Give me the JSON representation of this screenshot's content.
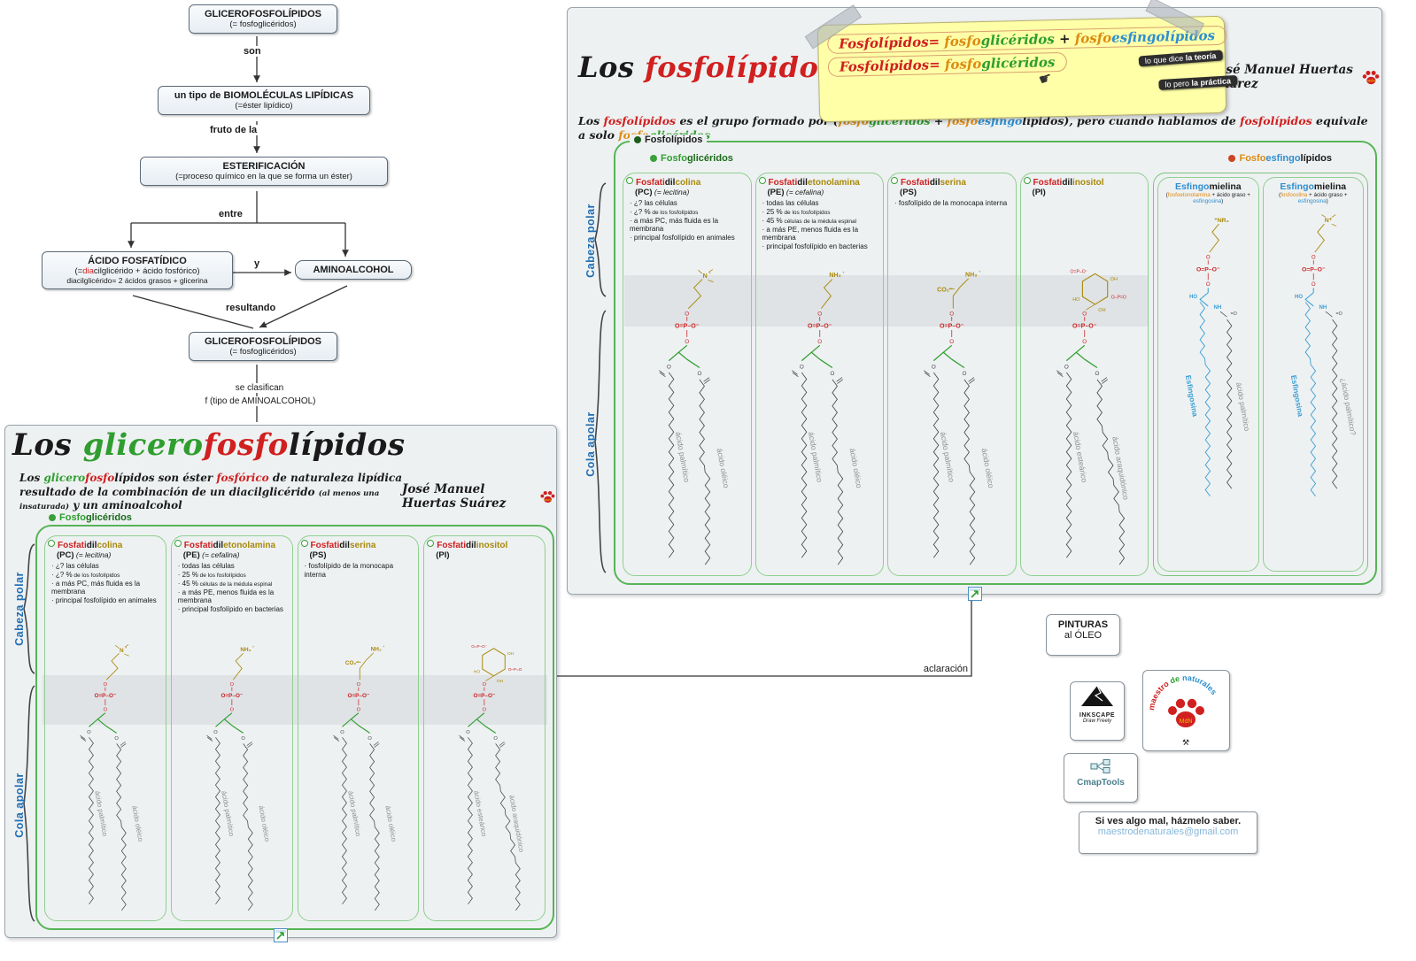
{
  "colors": {
    "red": "#d02020",
    "green": "#2f9e2f",
    "dark_green": "#1a6b1a",
    "blue": "#2e8fd0",
    "orange": "#dd8b12",
    "gold": "#a8890a",
    "side_blue": "#1f6fb5",
    "panel_bg": "#eef1f2",
    "band": "#dfe3e6",
    "yellow_board": "#ffffa8"
  },
  "flowchart": {
    "nodes": {
      "b1": {
        "title": "GLICEROFOSFOLÍPIDOS",
        "sub": "(= fosfoglicéridos)"
      },
      "b2": {
        "title": "un tipo de BIOMOLÉCULAS LIPÍDICAS",
        "sub": "(=éster lipídico)"
      },
      "b3": {
        "title": "ESTERIFICACIÓN",
        "sub": "(=proceso químico en la que se forma un éster)"
      },
      "b4": {
        "title": "ÁCIDO FOSFATÍDICO",
        "sub_rich": [
          {
            "t": "(=",
            "c": "k"
          },
          {
            "t": "dia",
            "c": "r"
          },
          {
            "t": "cilglicérido + ácido fosfórico)",
            "c": "k"
          }
        ],
        "sub2": "diacilglicérido= 2 ácidos grasos + glicerina"
      },
      "b5": {
        "title": "AMINOALCOHOL"
      },
      "b6": {
        "title": "GLICEROFOSFOLÍPIDOS",
        "sub": "(= fosfoglicéridos)"
      }
    },
    "labels": {
      "l1": "son",
      "l2": "fruto de la",
      "l3": "entre",
      "l4": "y",
      "l5": "resultando",
      "l6": "se clasifican",
      "l7": "f (tipo de AMINOALCOHOL)"
    }
  },
  "left_panel": {
    "title_rich": [
      {
        "t": "Los ",
        "c": "k"
      },
      {
        "t": "glicero",
        "c": "g"
      },
      {
        "t": "fosfo",
        "c": "r"
      },
      {
        "t": "lípidos",
        "c": "k"
      }
    ],
    "subtitle_rich": [
      {
        "t": "Los ",
        "c": "k"
      },
      {
        "t": "glicero",
        "c": "g"
      },
      {
        "t": "fosfo",
        "c": "r"
      },
      {
        "t": "lípidos",
        "c": "k"
      },
      {
        "t": " son éster ",
        "c": "k"
      },
      {
        "t": "fosfórico",
        "c": "r"
      },
      {
        "t": " de naturaleza lipídica resultado de la combinación de un diacilglicérido ",
        "c": "k"
      },
      {
        "t": "(al menos una insaturada)",
        "c": "k",
        "sm": true
      },
      {
        "t": " y un aminoalcohol",
        "c": "k"
      }
    ],
    "author": "José Manuel Huertas Suárez",
    "group_label_rich": [
      {
        "t": "Fosfo",
        "c": "g"
      },
      {
        "t": "glicéridos",
        "c": "dg"
      }
    ],
    "side_labels": {
      "head": "Cabeza polar",
      "tail": "Cola apolar"
    },
    "columns": [
      {
        "id": "pc",
        "name_rich": [
          {
            "t": "Fosfati",
            "c": "r"
          },
          {
            "t": "dil",
            "c": "k"
          },
          {
            "t": "colina",
            "c": "gold"
          }
        ],
        "abbr": "(PC)",
        "syn": "(= lecitina)",
        "bullets": [
          {
            "t": "¿? las células"
          },
          {
            "t": "¿? %",
            "sm": "de los fosfolípidos"
          },
          {
            "t": "a más PC,  más fluida es la membrana"
          },
          {
            "t": "principal fosfolípido en animales"
          }
        ],
        "structure": {
          "head": "PC",
          "chains": [
            {
              "label": "ácido palmítico"
            },
            {
              "label": "ácido oléico",
              "kinks": [
                14
              ]
            }
          ]
        }
      },
      {
        "id": "pe",
        "name_rich": [
          {
            "t": "Fosfati",
            "c": "r"
          },
          {
            "t": "dil",
            "c": "k"
          },
          {
            "t": "etonolamina",
            "c": "gold"
          }
        ],
        "abbr": "(PE)",
        "syn": "(= cefalina)",
        "bullets": [
          {
            "t": "todas las células"
          },
          {
            "t": "25 %",
            "sm": "de los fosfolípidos"
          },
          {
            "t": "45 %",
            "sm": "células de la médula espinal"
          },
          {
            "t": "a más PE, menos fluida es la membrana"
          },
          {
            "t": "principal fosfolípido en bacterias"
          }
        ],
        "structure": {
          "head": "PE",
          "chains": [
            {
              "label": "ácido palmítico"
            },
            {
              "label": "ácido oléico",
              "kinks": [
                14
              ]
            }
          ]
        }
      },
      {
        "id": "ps",
        "name_rich": [
          {
            "t": "Fosfati",
            "c": "r"
          },
          {
            "t": "dil",
            "c": "k"
          },
          {
            "t": "serina",
            "c": "gold"
          }
        ],
        "abbr": "(PS)",
        "syn": "",
        "bullets": [
          {
            "t": "fosfolípido de la monocapa interna"
          }
        ],
        "structure": {
          "head": "PS",
          "chains": [
            {
              "label": "ácido palmítico"
            },
            {
              "label": "ácido oléico",
              "kinks": [
                14
              ]
            }
          ]
        }
      },
      {
        "id": "pi",
        "name_rich": [
          {
            "t": "Fosfati",
            "c": "r"
          },
          {
            "t": "dil",
            "c": "k"
          },
          {
            "t": "inositol",
            "c": "gold"
          }
        ],
        "abbr": "(PI)",
        "syn": "",
        "bullets": [],
        "structure": {
          "head": "PI",
          "chains": [
            {
              "label": "ácido esteárico"
            },
            {
              "label": "ácido araquidónico",
              "kinks": [
                8,
                12,
                16,
                20
              ]
            }
          ]
        }
      }
    ]
  },
  "right_panel": {
    "title_rich": [
      {
        "t": "Los ",
        "c": "k"
      },
      {
        "t": "fosfolípidos",
        "c": "r"
      }
    ],
    "board": {
      "line1_rich": [
        {
          "t": "Fosfolípidos=",
          "c": "r"
        },
        {
          "t": " fosfo",
          "c": "o"
        },
        {
          "t": "glicéridos",
          "c": "g"
        },
        {
          "t": " + ",
          "c": "k"
        },
        {
          "t": "fosfo",
          "c": "o"
        },
        {
          "t": "esfingolípidos",
          "c": "b"
        }
      ],
      "line2_rich": [
        {
          "t": "Fosfolípidos=",
          "c": "r"
        },
        {
          "t": " fosfo",
          "c": "o"
        },
        {
          "t": "glicéridos",
          "c": "g"
        }
      ],
      "callout1_rich": [
        {
          "t": "lo que dice ",
          "c": "w"
        },
        {
          "t": "la teoría",
          "c": "w",
          "b": true
        }
      ],
      "callout2_rich": [
        {
          "t": "lo pero ",
          "c": "w"
        },
        {
          "t": "la práctica",
          "c": "w",
          "b": true
        }
      ],
      "hand": "☛"
    },
    "author": "José Manuel Huertas Suárez",
    "subtitle_rich": [
      {
        "t": "Los ",
        "c": "k"
      },
      {
        "t": "fosfolípidos",
        "c": "r"
      },
      {
        "t": " es el grupo formado por (",
        "c": "k"
      },
      {
        "t": "fosfo",
        "c": "o"
      },
      {
        "t": "glicéridos",
        "c": "g"
      },
      {
        "t": " + ",
        "c": "k"
      },
      {
        "t": "fosfo",
        "c": "o"
      },
      {
        "t": "esfingo",
        "c": "b"
      },
      {
        "t": "lípidos",
        "c": "k"
      },
      {
        "t": "), pero cuando hablamos de ",
        "c": "k"
      },
      {
        "t": "fosfolípidos",
        "c": "r"
      },
      {
        "t": " equivale a solo ",
        "c": "k"
      },
      {
        "t": "fosfo",
        "c": "o"
      },
      {
        "t": "glicéridos",
        "c": "g"
      }
    ],
    "group_labels": {
      "fosfolipidos": "Fosfolípidos",
      "fosfogliceridos_rich": [
        {
          "t": "Fosfo",
          "c": "g"
        },
        {
          "t": "glicéridos",
          "c": "dg"
        }
      ],
      "fosfoesfingolipidos_rich": [
        {
          "t": "Fosfo",
          "c": "o"
        },
        {
          "t": "esfingo",
          "c": "b"
        },
        {
          "t": "lípidos",
          "c": "k"
        }
      ]
    },
    "side_labels": {
      "head": "Cabeza polar",
      "tail": "Cola apolar"
    },
    "columns": [
      {
        "id": "pc",
        "name_rich": [
          {
            "t": "Fosfati",
            "c": "r"
          },
          {
            "t": "dil",
            "c": "k"
          },
          {
            "t": "colina",
            "c": "gold"
          }
        ],
        "abbr": "(PC)",
        "syn": "(= lecitina)",
        "bullets": [
          {
            "t": "¿? las células"
          },
          {
            "t": "¿? %",
            "sm": "de los fosfolípidos"
          },
          {
            "t": "a más PC,  más fluida es la membrana"
          },
          {
            "t": "principal fosfolípido en animales"
          }
        ],
        "structure": {
          "head": "PC",
          "chains": [
            {
              "label": "ácido palmítico"
            },
            {
              "label": "ácido oléico",
              "kinks": [
                14
              ]
            }
          ]
        }
      },
      {
        "id": "pe",
        "name_rich": [
          {
            "t": "Fosfati",
            "c": "r"
          },
          {
            "t": "dil",
            "c": "k"
          },
          {
            "t": "etonolamina",
            "c": "gold"
          }
        ],
        "abbr": "(PE)",
        "syn": "(= cefalina)",
        "bullets": [
          {
            "t": "todas las células"
          },
          {
            "t": "25 %",
            "sm": "de los fosfolípidos"
          },
          {
            "t": "45 %",
            "sm": "células de la médula espinal"
          },
          {
            "t": "a más PE, menos fluida es la membrana"
          },
          {
            "t": "principal fosfolípido en bacterias"
          }
        ],
        "structure": {
          "head": "PE",
          "chains": [
            {
              "label": "ácido palmítico"
            },
            {
              "label": "ácido oléico",
              "kinks": [
                14
              ]
            }
          ]
        }
      },
      {
        "id": "ps",
        "name_rich": [
          {
            "t": "Fosfati",
            "c": "r"
          },
          {
            "t": "dil",
            "c": "k"
          },
          {
            "t": "serina",
            "c": "gold"
          }
        ],
        "abbr": "(PS)",
        "syn": "",
        "bullets": [
          {
            "t": "fosfolípido de la monocapa interna"
          }
        ],
        "structure": {
          "head": "PS",
          "chains": [
            {
              "label": "ácido palmítico"
            },
            {
              "label": "ácido oléico",
              "kinks": [
                14
              ]
            }
          ]
        }
      },
      {
        "id": "pi",
        "name_rich": [
          {
            "t": "Fosfati",
            "c": "r"
          },
          {
            "t": "dil",
            "c": "k"
          },
          {
            "t": "inositol",
            "c": "gold"
          }
        ],
        "abbr": "(PI)",
        "syn": "",
        "bullets": [],
        "structure": {
          "head": "PI",
          "chains": [
            {
              "label": "ácido esteárico"
            },
            {
              "label": "ácido araquidónico",
              "kinks": [
                8,
                12,
                16,
                20
              ]
            }
          ]
        }
      }
    ],
    "sphingo_columns": [
      {
        "id": "sm1",
        "name_rich": [
          {
            "t": "Esfingo",
            "c": "b"
          },
          {
            "t": "mielina",
            "c": "k"
          }
        ],
        "sub_rich": [
          {
            "t": "(",
            "c": "k"
          },
          {
            "t": "fosfoetonolamina",
            "c": "o"
          },
          {
            "t": " + ácido graso + ",
            "c": "k"
          },
          {
            "t": "esfingosina",
            "c": "b"
          },
          {
            "t": ")",
            "c": "k"
          }
        ],
        "structure": {
          "head": "SM1",
          "sphingo": true,
          "chains": [
            {
              "label": "Esfingosina"
            },
            {
              "label": "ácido palmítico"
            }
          ]
        }
      },
      {
        "id": "sm2",
        "name_rich": [
          {
            "t": "Esfingo",
            "c": "b"
          },
          {
            "t": "mielina",
            "c": "k"
          }
        ],
        "sub_rich": [
          {
            "t": "(",
            "c": "k"
          },
          {
            "t": "fosfocolina",
            "c": "o"
          },
          {
            "t": " + ácido graso + ",
            "c": "k"
          },
          {
            "t": "esfingosina",
            "c": "b"
          },
          {
            "t": ")",
            "c": "k"
          }
        ],
        "structure": {
          "head": "SM2",
          "sphingo": true,
          "chains": [
            {
              "label": "Esfingosina"
            },
            {
              "label": "¿ácido palmítico?"
            }
          ]
        }
      }
    ]
  },
  "footer": {
    "aclaracion": "aclaración",
    "pinturas_line1": "PINTURAS",
    "pinturas_line2": "al ÓLEO",
    "inkscape_name": "INKSCAPE",
    "inkscape_tag": "Draw Freely",
    "maestro_word1": "maestro ",
    "maestro_word2": "de ",
    "maestro_word3": "naturales",
    "cmaptools": "CmapTools",
    "feedback_line1": "Si ves algo mal, házmelo saber.",
    "feedback_email": "maestrodenaturales@gmail.com"
  }
}
